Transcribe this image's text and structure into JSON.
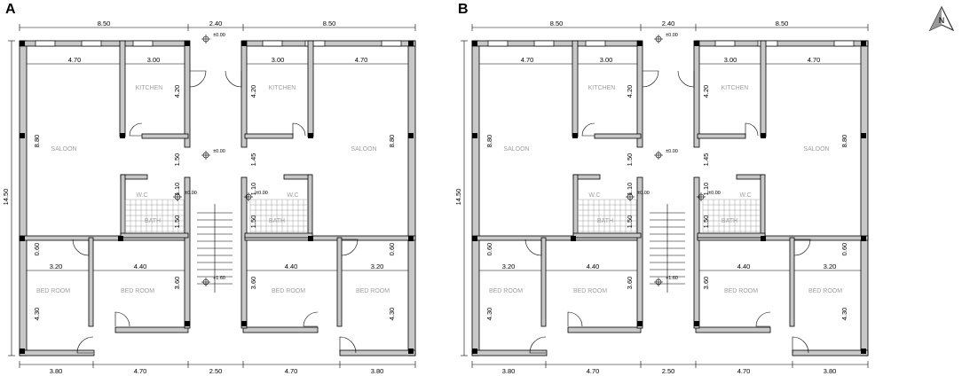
{
  "panels": [
    {
      "letter": "A"
    },
    {
      "letter": "B"
    }
  ],
  "dims": {
    "top_side": "8.50",
    "top_stair": "2.40",
    "overall_height": "14.50",
    "saloon_width": "4.70",
    "kitchen_width": "3.00",
    "kitchen_depth": "4.20",
    "saloon_depth": "8.80",
    "hall_upper": "1.50",
    "hall_upper_r": "1.45",
    "wc_height": "1.10",
    "bath_height": "1.50",
    "corridor": "0.60",
    "bed1_width": "3.20",
    "bed2_width": "4.40",
    "bed2_depth": "3.60",
    "bed1_depth": "4.30",
    "bot_outer": "3.80",
    "bot_mid": "4.70",
    "bot_stair": "2.50"
  },
  "rooms": {
    "kitchen": "KITCHEN",
    "saloon": "SALOON",
    "wc": "W.C",
    "bath": "BATH",
    "bedroom": "BED ROOM"
  },
  "levels": {
    "top": "±0.00",
    "mid": "±0.00",
    "low": "+1.60"
  },
  "colors": {
    "wall_fill": "#c8c8c8",
    "line": "#000000",
    "room_text": "#a0a0a0"
  },
  "icons": {
    "logo": "compass-north-icon"
  }
}
